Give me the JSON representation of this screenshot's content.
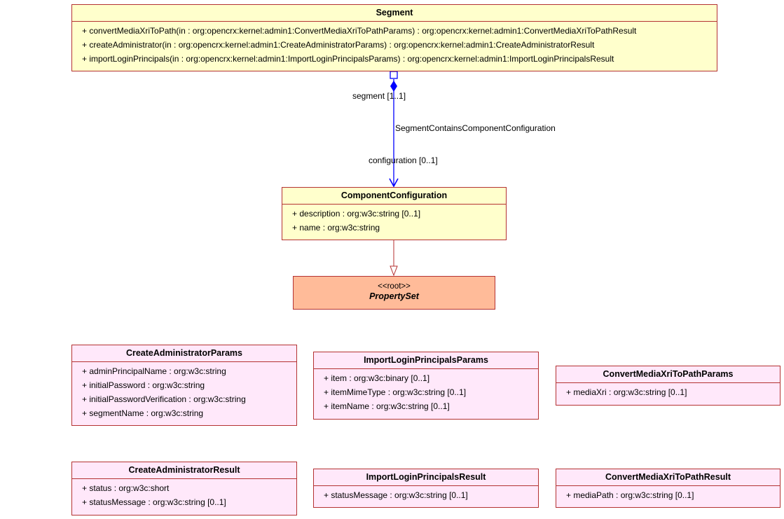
{
  "segment": {
    "name": "Segment",
    "ops": [
      "+ convertMediaXriToPath(in : org:opencrx:kernel:admin1:ConvertMediaXriToPathParams) : org:opencrx:kernel:admin1:ConvertMediaXriToPathResult",
      "+ createAdministrator(in : org:opencrx:kernel:admin1:CreateAdministratorParams) : org:opencrx:kernel:admin1:CreateAdministratorResult",
      "+ importLoginPrincipals(in : org:opencrx:kernel:admin1:ImportLoginPrincipalsParams) : org:opencrx:kernel:admin1:ImportLoginPrincipalsResult"
    ]
  },
  "association": {
    "name": "SegmentContainsComponentConfiguration",
    "source_end": "segment [1..1]",
    "target_end": "configuration [0..1]"
  },
  "component_configuration": {
    "name": "ComponentConfiguration",
    "attrs": [
      "+ description : org:w3c:string [0..1]",
      "+ name : org:w3c:string"
    ]
  },
  "property_set": {
    "stereotype": "<<root>>",
    "name": "PropertySet"
  },
  "create_admin_params": {
    "name": "CreateAdministratorParams",
    "attrs": [
      "+ adminPrincipalName : org:w3c:string",
      "+ initialPassword : org:w3c:string",
      "+ initialPasswordVerification : org:w3c:string",
      "+ segmentName : org:w3c:string"
    ]
  },
  "import_login_params": {
    "name": "ImportLoginPrincipalsParams",
    "attrs": [
      "+ item : org:w3c:binary [0..1]",
      "+ itemMimeType : org:w3c:string [0..1]",
      "+ itemName : org:w3c:string [0..1]"
    ]
  },
  "convert_media_params": {
    "name": "ConvertMediaXriToPathParams",
    "attrs": [
      "+ mediaXri : org:w3c:string [0..1]"
    ]
  },
  "create_admin_result": {
    "name": "CreateAdministratorResult",
    "attrs": [
      "+ status : org:w3c:short",
      "+ statusMessage : org:w3c:string [0..1]"
    ]
  },
  "import_login_result": {
    "name": "ImportLoginPrincipalsResult",
    "attrs": [
      "+ statusMessage : org:w3c:string [0..1]"
    ]
  },
  "convert_media_result": {
    "name": "ConvertMediaXriToPathResult",
    "attrs": [
      "+ mediaPath : org:w3c:string [0..1]"
    ]
  },
  "colors": {
    "class_border": "#b43232",
    "association_line": "#0000ff",
    "generalization_line": "#b43232",
    "yellow_fill": "#ffffcc",
    "pink_fill": "#ffe8fa",
    "root_fill": "#ffbb99"
  }
}
